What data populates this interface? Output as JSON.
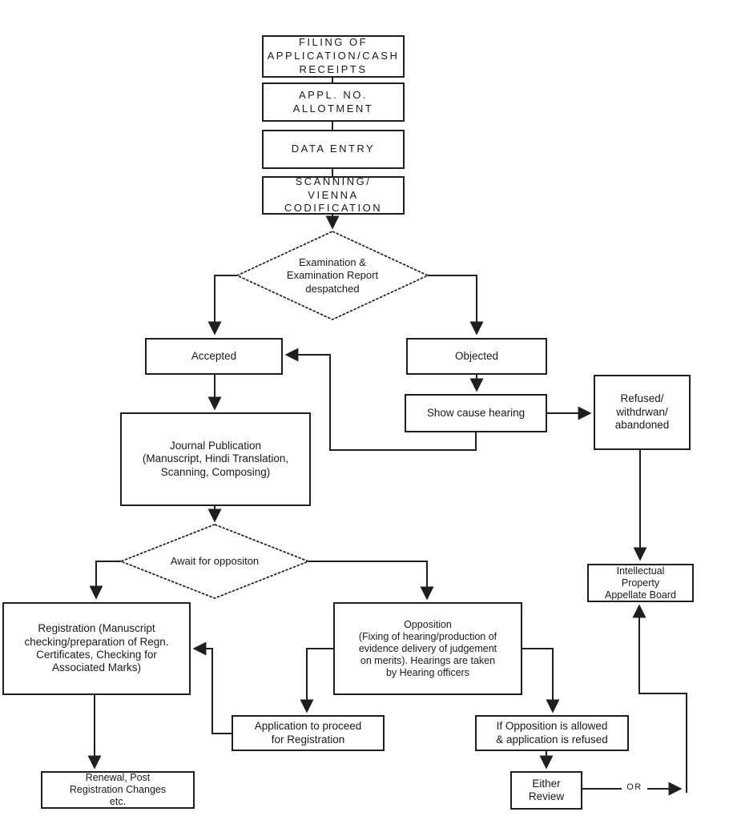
{
  "flowchart": {
    "boxes": {
      "filing": {
        "label": "FILING OF\nAPPLICATION/CASH\nRECEIPTS"
      },
      "appl_no": {
        "label": "APPL. NO.\nALLOTMENT"
      },
      "data_entry": {
        "label": "DATA ENTRY"
      },
      "scanning": {
        "label": "SCANNING/\nVIENNA\nCODIFICATION"
      },
      "accepted": {
        "label": "Accepted"
      },
      "objected": {
        "label": "Objected"
      },
      "show_cause": {
        "label": "Show cause hearing"
      },
      "refused": {
        "label": "Refused/\nwithdrwan/\nabandoned"
      },
      "journal": {
        "label": "Journal Publication\n(Manuscript, Hindi Translation,\nScanning, Composing)"
      },
      "registration": {
        "label": "Registration (Manuscript\nchecking/preparation of Regn.\nCertificates, Checking for\nAssociated Marks)"
      },
      "opposition": {
        "label": "Opposition\n(Fixing of hearing/production of\nevidence delivery of judgement\non merits). Hearings are taken\nby Hearing officers"
      },
      "app_proceed": {
        "label": "Application to proceed\nfor Registration"
      },
      "if_opposition": {
        "label": "If Opposition is allowed\n& application is refused"
      },
      "either_review": {
        "label": "Either\nReview"
      },
      "ipab": {
        "label": "Intellectual\nProperty\nAppellate Board"
      },
      "renewal": {
        "label": "Renewal, Post\nRegistration Changes\netc."
      }
    },
    "decisions": {
      "examination": {
        "label": "Examination &\nExamination Report\ndespatched"
      },
      "await_opposition": {
        "label": "Await for oppositon"
      }
    },
    "edge_label_or": "OR",
    "colors": {
      "line": "#1f1f1f",
      "background": "#ffffff"
    }
  }
}
